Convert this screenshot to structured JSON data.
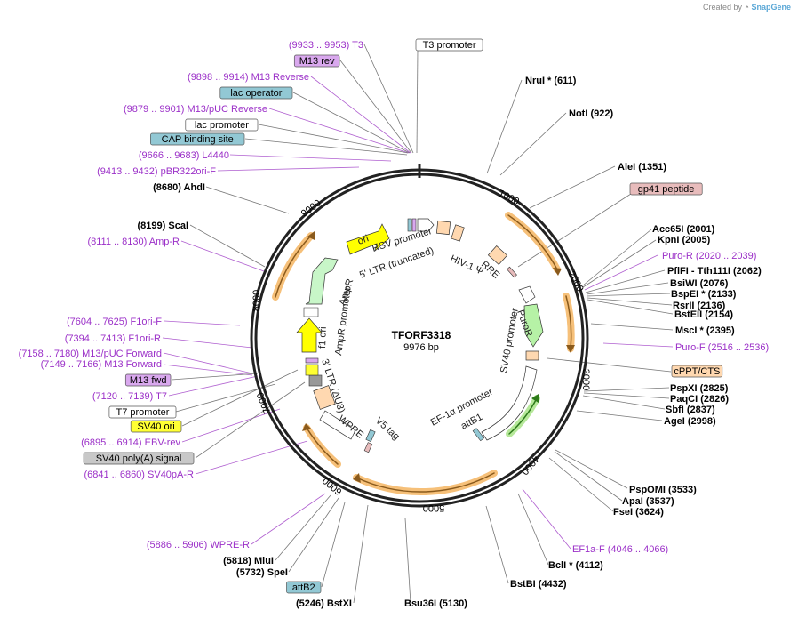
{
  "header": {
    "created_by": "Created by",
    "brand": "SnapGene"
  },
  "plasmid": {
    "name": "TFORF3318",
    "length": "9976 bp"
  },
  "ticks": [
    "1000",
    "2000",
    "3000",
    "4000",
    "5000",
    "6000",
    "7000",
    "8000",
    "9000"
  ],
  "left_labels": [
    {
      "text": "(9933 .. 9953)  T3",
      "kind": "primer"
    },
    {
      "text": "M13 rev",
      "kind": "box",
      "fill": "#d9a8ee"
    },
    {
      "text": "(9898 .. 9914)  M13 Reverse",
      "kind": "primer"
    },
    {
      "text": "lac operator",
      "kind": "box",
      "fill": "#92c8d4"
    },
    {
      "text": "(9879 .. 9901)  M13/pUC Reverse",
      "kind": "primer"
    },
    {
      "text": "lac promoter",
      "kind": "box",
      "fill": "#ffffff"
    },
    {
      "text": "CAP binding site",
      "kind": "box",
      "fill": "#92c8d4"
    },
    {
      "text": "(9666 .. 9683)  L4440",
      "kind": "primer"
    },
    {
      "text": "(9413 .. 9432)  pBR322ori-F",
      "kind": "primer"
    },
    {
      "text": "(8680)  AhdI",
      "kind": "enzyme"
    },
    {
      "text": "(8199)  ScaI",
      "kind": "enzyme"
    },
    {
      "text": "(8111 .. 8130)  Amp-R",
      "kind": "primer"
    },
    {
      "text": "(7604 .. 7625)  F1ori-F",
      "kind": "primer"
    },
    {
      "text": "(7394 .. 7413)  F1ori-R",
      "kind": "primer"
    },
    {
      "text": "(7158 .. 7180)  M13/pUC Forward",
      "kind": "primer"
    },
    {
      "text": "(7149 .. 7166)  M13 Forward",
      "kind": "primer"
    },
    {
      "text": "M13 fwd",
      "kind": "box",
      "fill": "#d9a8ee"
    },
    {
      "text": "(7120 .. 7139)  T7",
      "kind": "primer"
    },
    {
      "text": "T7 promoter",
      "kind": "box",
      "fill": "#ffffff"
    },
    {
      "text": "SV40 ori",
      "kind": "box",
      "fill": "#ffff33"
    },
    {
      "text": "(6895 .. 6914)  EBV-rev",
      "kind": "primer"
    },
    {
      "text": "SV40 poly(A) signal",
      "kind": "box",
      "fill": "#c8c8c8"
    },
    {
      "text": "(6841 .. 6860)  SV40pA-R",
      "kind": "primer"
    },
    {
      "text": "(5886 .. 5906)  WPRE-R",
      "kind": "primer"
    },
    {
      "text": "(5818)  MluI",
      "kind": "enzyme"
    },
    {
      "text": "(5732)  SpeI",
      "kind": "enzyme"
    },
    {
      "text": "attB2",
      "kind": "box",
      "fill": "#92c8d4"
    },
    {
      "text": "(5246)  BstXI",
      "kind": "enzyme"
    }
  ],
  "right_labels": [
    {
      "text": "T3 promoter",
      "kind": "box",
      "fill": "#ffffff"
    },
    {
      "text": "NruI *  (611)",
      "kind": "enzyme"
    },
    {
      "text": "NotI  (922)",
      "kind": "enzyme"
    },
    {
      "text": "AleI  (1351)",
      "kind": "enzyme"
    },
    {
      "text": "gp41 peptide",
      "kind": "box",
      "fill": "#e8bcbc"
    },
    {
      "text": "Acc65I  (2001)",
      "kind": "enzyme"
    },
    {
      "text": "KpnI  (2005)",
      "kind": "enzyme"
    },
    {
      "text": "Puro-R  (2020 .. 2039)",
      "kind": "primer"
    },
    {
      "text": "PflFI - Tth111I  (2062)",
      "kind": "enzyme"
    },
    {
      "text": "BsiWI  (2076)",
      "kind": "enzyme"
    },
    {
      "text": "BspEI *  (2133)",
      "kind": "enzyme"
    },
    {
      "text": "RsrII  (2136)",
      "kind": "enzyme"
    },
    {
      "text": "BstEII  (2154)",
      "kind": "enzyme"
    },
    {
      "text": "MscI *  (2395)",
      "kind": "enzyme"
    },
    {
      "text": "Puro-F  (2516 .. 2536)",
      "kind": "primer"
    },
    {
      "text": "cPPT/CTS",
      "kind": "box",
      "fill": "#ffd8b0"
    },
    {
      "text": "PspXI  (2825)",
      "kind": "enzyme"
    },
    {
      "text": "PaqCI  (2826)",
      "kind": "enzyme"
    },
    {
      "text": "SbfI  (2837)",
      "kind": "enzyme"
    },
    {
      "text": "AgeI  (2998)",
      "kind": "enzyme"
    },
    {
      "text": "PspOMI  (3533)",
      "kind": "enzyme"
    },
    {
      "text": "ApaI  (3537)",
      "kind": "enzyme"
    },
    {
      "text": "FseI  (3624)",
      "kind": "enzyme"
    },
    {
      "text": "EF1a-F  (4046 .. 4066)",
      "kind": "primer"
    },
    {
      "text": "BclI *  (4112)",
      "kind": "enzyme"
    },
    {
      "text": "BstBI  (4432)",
      "kind": "enzyme"
    },
    {
      "text": "Bsu36I  (5130)",
      "kind": "enzyme"
    }
  ],
  "inner_labels": {
    "rsv_promoter": "RSV promoter",
    "ltr_truncated": "5' LTR (truncated)",
    "hiv_psi": "HIV-1 Ψ",
    "rre": "RRE",
    "puror": "PuroR",
    "sv40_promoter": "SV40 promoter",
    "ef1a_promoter": "EF-1α promoter",
    "attb1": "attB1",
    "v5_tag": "V5 tag",
    "wpre": "WPRE",
    "ltr_du3": "3' LTR (ΔU3)",
    "f1_ori": "f1 ori",
    "ampr_promoter": "AmpR promoter",
    "ampr": "AmpR",
    "ori": "ori"
  }
}
